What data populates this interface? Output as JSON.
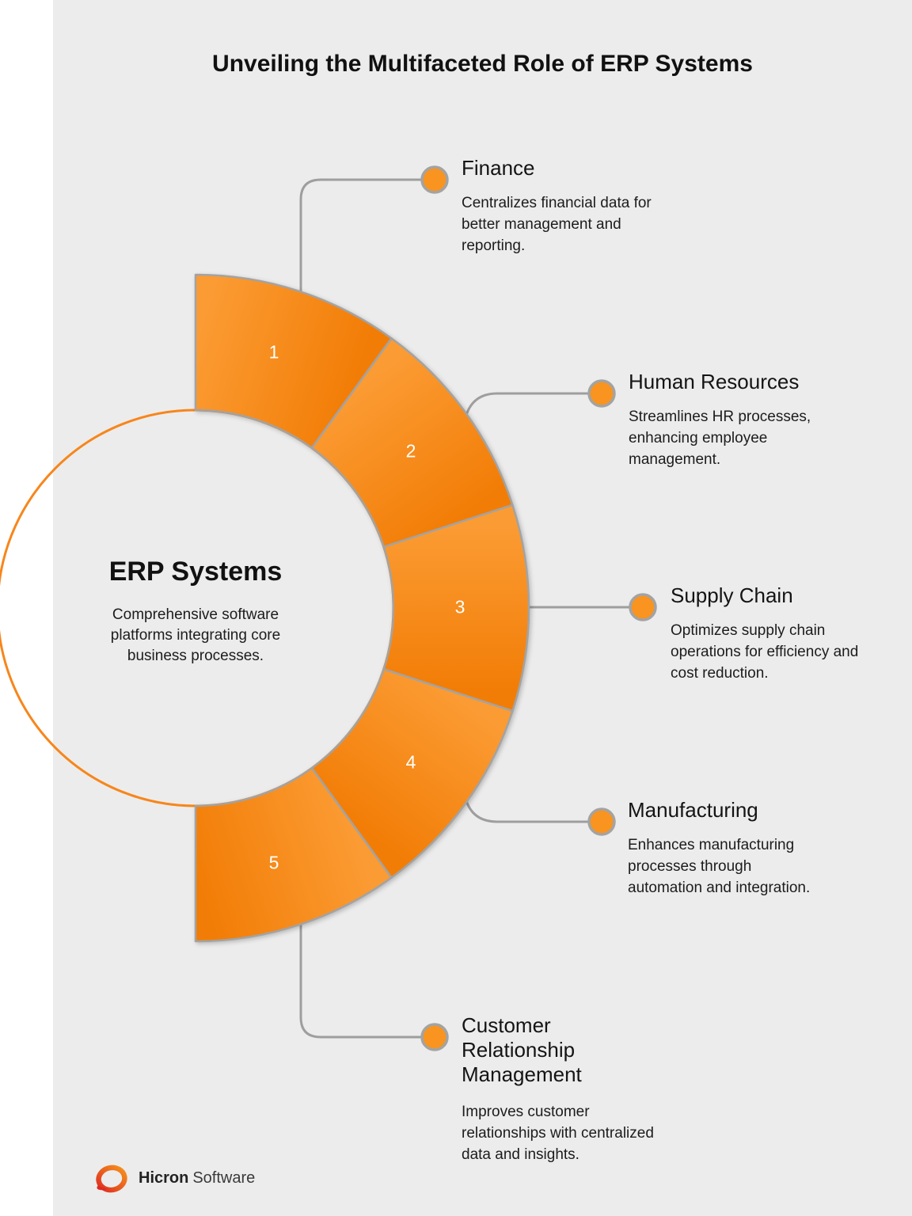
{
  "page": {
    "title": "Unveiling the Multifaceted Role of ERP Systems"
  },
  "center": {
    "title": "ERP Systems",
    "description": "Comprehensive software\nplatforms integrating core\nbusiness processes."
  },
  "items": [
    {
      "number": "1",
      "title": "Finance",
      "description": "Centralizes financial data for\nbetter management and\nreporting."
    },
    {
      "number": "2",
      "title": "Human Resources",
      "description": "Streamlines HR processes,\nenhancing employee\nmanagement."
    },
    {
      "number": "3",
      "title": "Supply Chain",
      "description": "Optimizes supply chain\noperations for efficiency and\ncost reduction."
    },
    {
      "number": "4",
      "title": "Manufacturing",
      "description": "Enhances manufacturing\nprocesses through\nautomation and integration."
    },
    {
      "number": "5",
      "title": "Customer\nRelationship\nManagement",
      "description": "Improves customer\nrelationships with centralized\ndata and insights."
    }
  ],
  "footer": {
    "brand_bold": "Hicron",
    "brand_regular": "Software"
  },
  "colors": {
    "background": "#ECECEC",
    "accent_orange": "#F8941F",
    "segment_light": "#FB9B33",
    "segment_dark": "#F27D06",
    "circle_stroke": "#F7861B",
    "connector_gray": "#9E9E9E",
    "segment_stroke": "#A3A3A3",
    "logo_red": "#DD2B20",
    "logo_orange": "#F6941E"
  }
}
